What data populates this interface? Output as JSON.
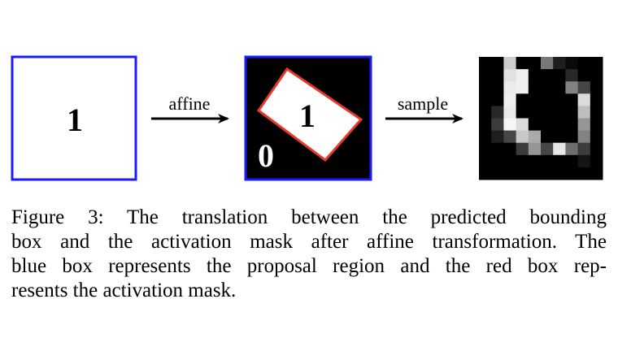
{
  "figure": {
    "left_box": {
      "digit": "1",
      "border_color": "#1a1aff"
    },
    "arrow_1": {
      "label": "affine"
    },
    "middle_box": {
      "digit": "1",
      "background_digit": "0",
      "border_color": "#1a1aff",
      "mask_border_color": "#e8392b"
    },
    "arrow_2": {
      "label": "sample"
    },
    "mask_grid": {
      "rows": 10,
      "cols": 10,
      "intensities": [
        [
          0,
          0,
          205,
          0,
          0,
          120,
          30,
          10,
          0,
          0
        ],
        [
          0,
          0,
          225,
          240,
          0,
          0,
          0,
          40,
          0,
          0
        ],
        [
          0,
          0,
          235,
          240,
          0,
          0,
          0,
          130,
          70,
          0
        ],
        [
          0,
          0,
          240,
          0,
          0,
          0,
          0,
          0,
          220,
          0
        ],
        [
          0,
          40,
          235,
          0,
          0,
          0,
          0,
          0,
          190,
          0
        ],
        [
          0,
          60,
          245,
          220,
          0,
          0,
          0,
          0,
          150,
          0
        ],
        [
          0,
          30,
          70,
          200,
          170,
          0,
          0,
          0,
          130,
          0
        ],
        [
          0,
          0,
          0,
          60,
          150,
          70,
          230,
          110,
          60,
          0
        ],
        [
          0,
          0,
          0,
          0,
          0,
          0,
          0,
          0,
          20,
          0
        ],
        [
          0,
          0,
          0,
          0,
          0,
          0,
          0,
          0,
          0,
          0
        ]
      ]
    }
  },
  "caption": {
    "lines": [
      "Figure 3: The translation between the predicted bounding",
      "box and the activation mask after affine transformation. The",
      "blue box represents the proposal region and the red box rep-",
      "resents the activation mask."
    ]
  }
}
